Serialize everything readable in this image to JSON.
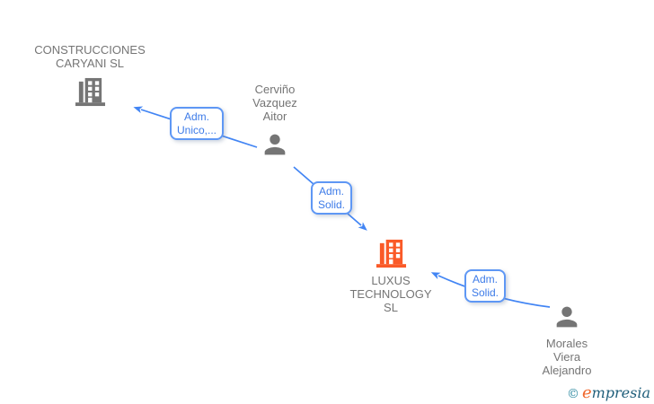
{
  "diagram": {
    "type": "corporate-relationship-graph",
    "nodes": {
      "construcciones": {
        "type": "company",
        "icon": "building-icon",
        "color": "#757575",
        "name_line1": "CONSTRUCCIONES",
        "name_line2": "CARYANI SL"
      },
      "cervino": {
        "type": "person",
        "icon": "person-icon",
        "color": "#757575",
        "name_line1": "Cerviño",
        "name_line2": "Vazquez",
        "name_line3": "Aitor"
      },
      "luxus": {
        "type": "company",
        "icon": "building-icon",
        "color": "#fa5a28",
        "name_line1": "LUXUS",
        "name_line2": "TECHNOLOGY",
        "name_line3": "SL"
      },
      "morales": {
        "type": "person",
        "icon": "person-icon",
        "color": "#757575",
        "name_line1": "Morales",
        "name_line2": "Viera",
        "name_line3": "Alejandro"
      }
    },
    "edges": {
      "edge1": {
        "from": "cervino",
        "to": "construcciones",
        "label_line1": "Adm.",
        "label_line2": "Unico,..."
      },
      "edge2": {
        "from": "cervino",
        "to": "luxus",
        "label_line1": "Adm.",
        "label_line2": "Solid."
      },
      "edge3": {
        "from": "morales",
        "to": "luxus",
        "label_line1": "Adm.",
        "label_line2": "Solid."
      }
    }
  },
  "colors": {
    "arrow": "#4285f4",
    "edge_label_border": "#5e97f5",
    "edge_label_text": "#3d7be8",
    "node_text": "#757575",
    "company_highlight": "#fa5a28"
  },
  "watermark": {
    "copyright_symbol": "©",
    "brand_initial": "e",
    "brand_rest": "mpresia"
  }
}
